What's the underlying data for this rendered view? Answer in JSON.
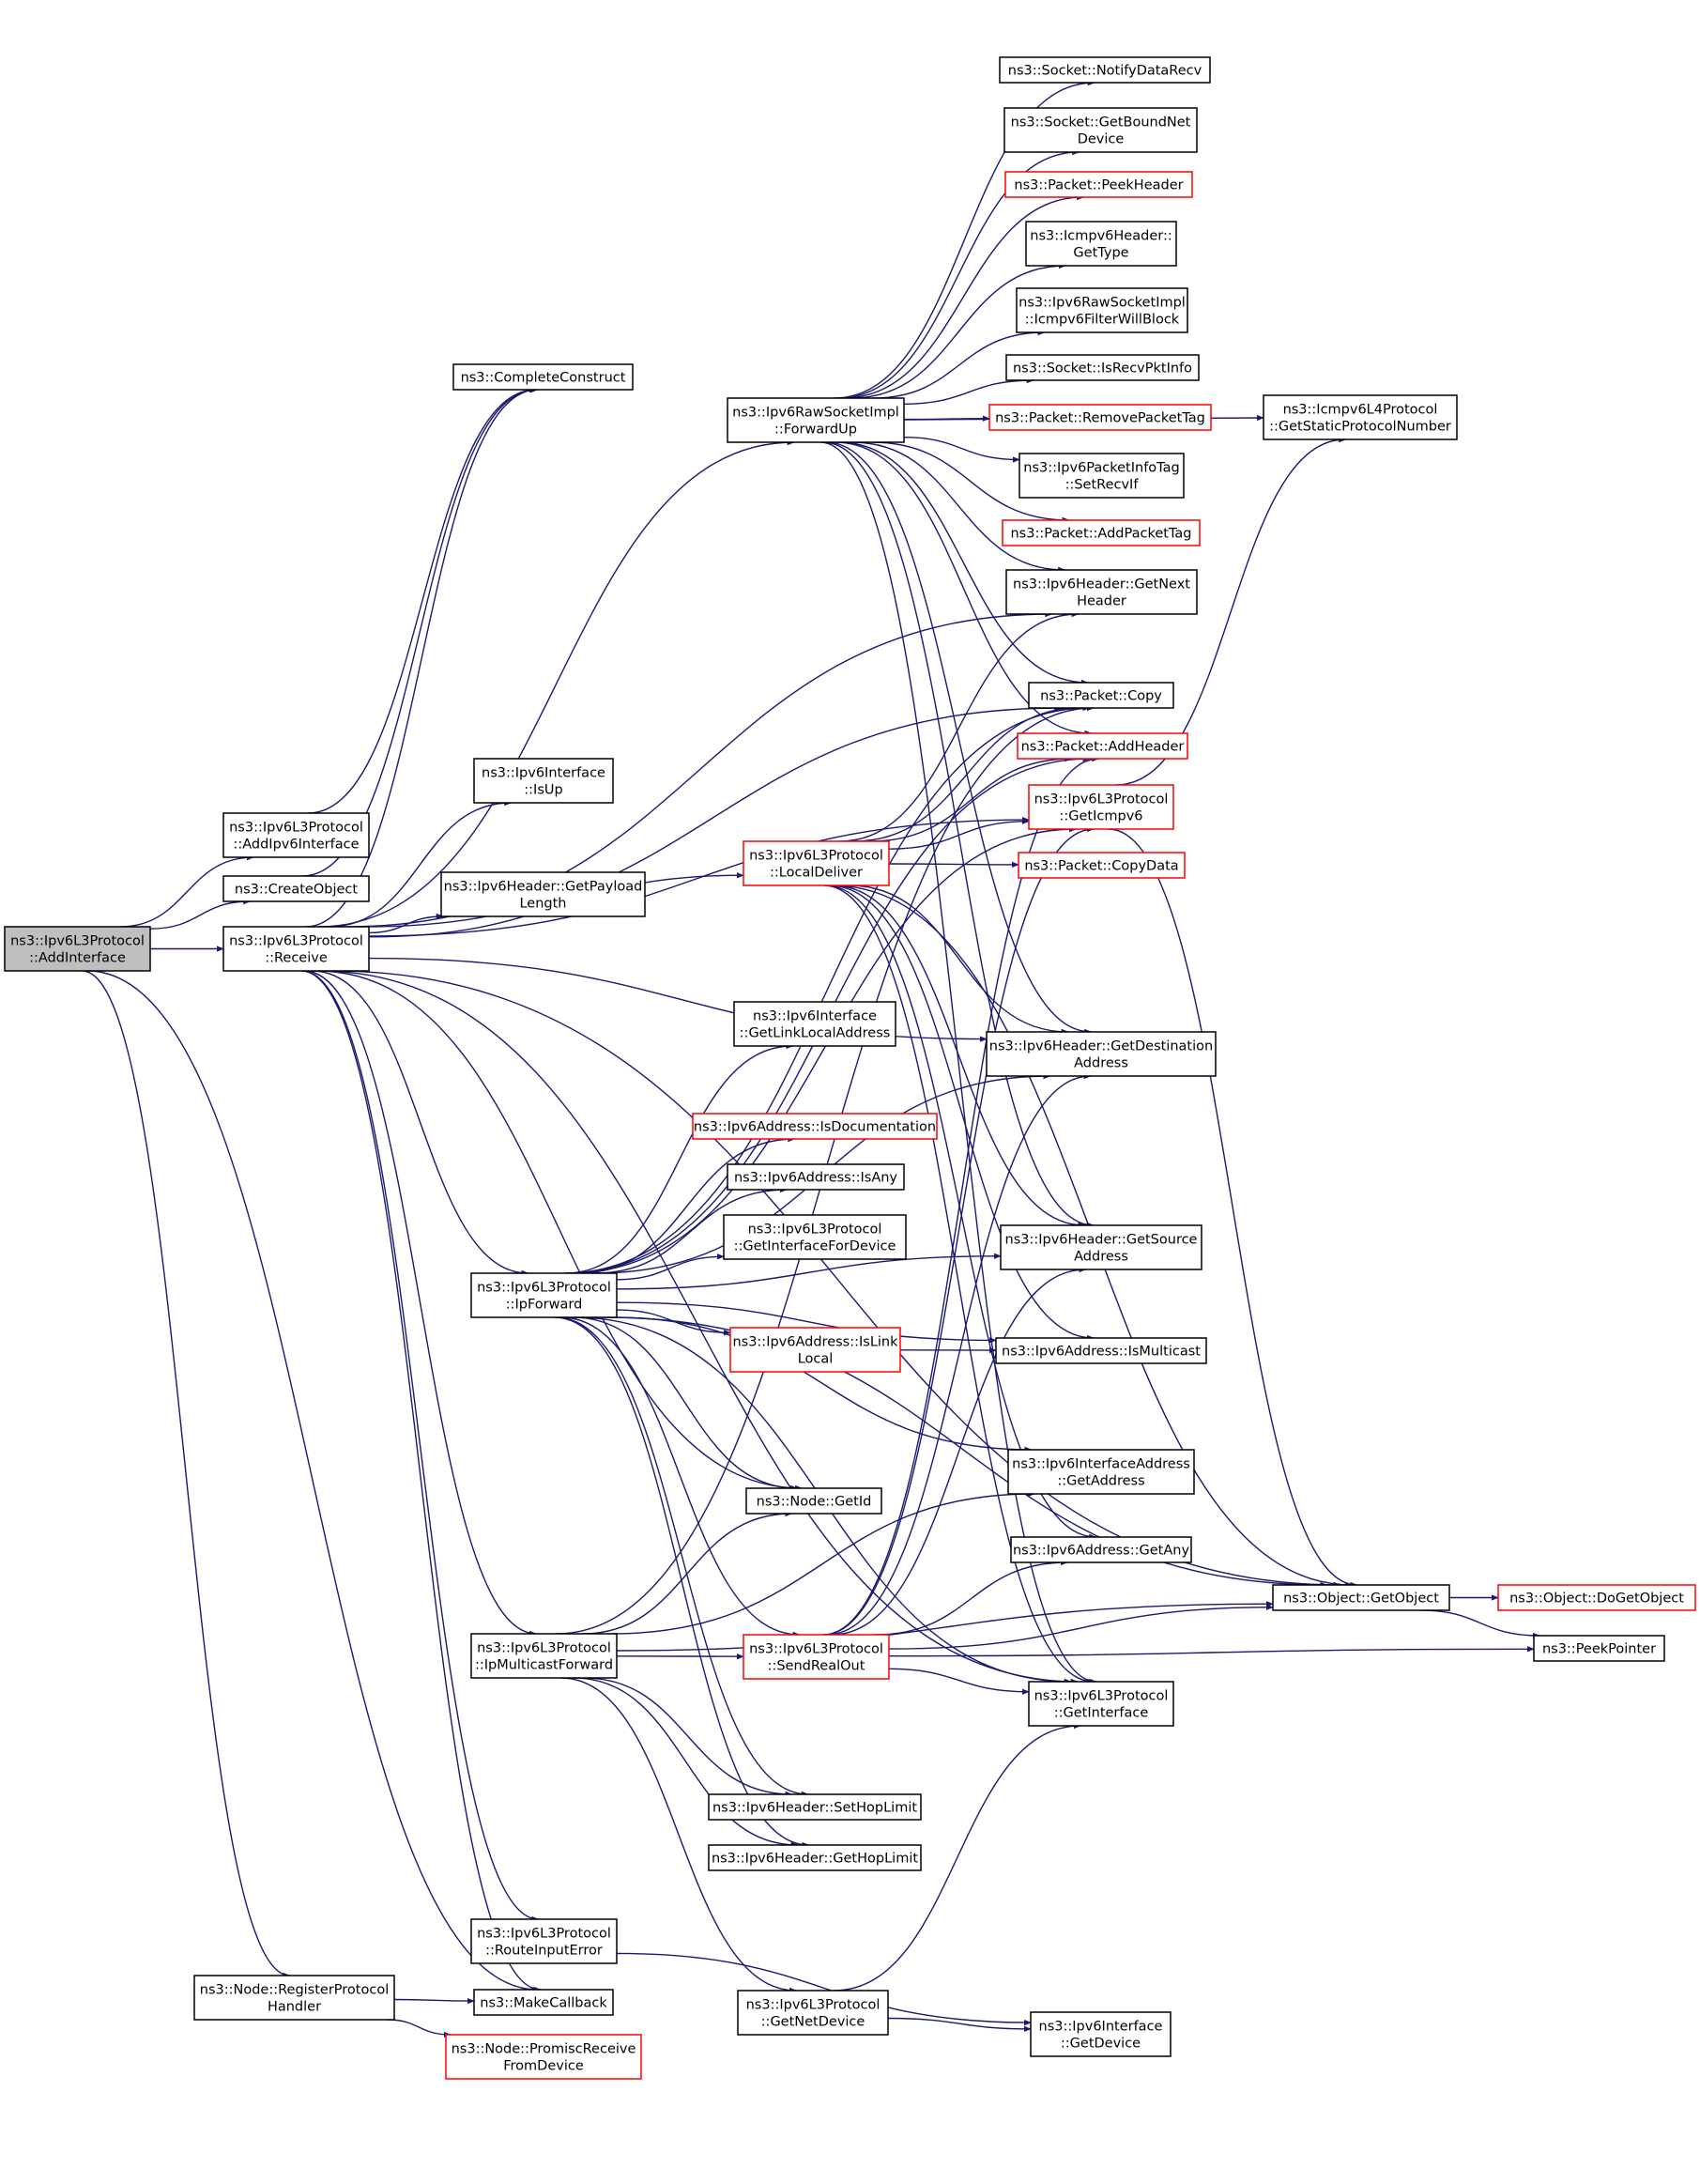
{
  "colors": {
    "edge": "#191970",
    "node_border": "#000000",
    "partial_border": "#ff0000",
    "root_fill": "#bfbfbf"
  },
  "nodes": [
    {
      "id": "addInterface",
      "lines": [
        "ns3::Ipv6L3Protocol",
        "::AddInterface"
      ],
      "style": "root"
    },
    {
      "id": "addIpv6Interface",
      "lines": [
        "ns3::Ipv6L3Protocol",
        "::AddIpv6Interface"
      ]
    },
    {
      "id": "createObject",
      "lines": [
        "ns3::CreateObject"
      ]
    },
    {
      "id": "receive",
      "lines": [
        "ns3::Ipv6L3Protocol",
        "::Receive"
      ]
    },
    {
      "id": "registerHandler",
      "lines": [
        "ns3::Node::RegisterProtocol",
        "Handler"
      ]
    },
    {
      "id": "completeConstruct",
      "lines": [
        "ns3::CompleteConstruct"
      ]
    },
    {
      "id": "ifaceIsUp",
      "lines": [
        "ns3::Ipv6Interface",
        "::IsUp"
      ]
    },
    {
      "id": "getPayloadLength",
      "lines": [
        "ns3::Ipv6Header::GetPayload",
        "Length"
      ]
    },
    {
      "id": "ipForward",
      "lines": [
        "ns3::Ipv6L3Protocol",
        "::IpForward"
      ]
    },
    {
      "id": "ipMulticastForward",
      "lines": [
        "ns3::Ipv6L3Protocol",
        "::IpMulticastForward"
      ]
    },
    {
      "id": "routeInputError",
      "lines": [
        "ns3::Ipv6L3Protocol",
        "::RouteInputError"
      ]
    },
    {
      "id": "makeCallback",
      "lines": [
        "ns3::MakeCallback"
      ]
    },
    {
      "id": "promiscReceive",
      "lines": [
        "ns3::Node::PromiscReceive",
        "FromDevice"
      ],
      "style": "partial"
    },
    {
      "id": "forwardUp",
      "lines": [
        "ns3::Ipv6RawSocketImpl",
        "::ForwardUp"
      ]
    },
    {
      "id": "localDeliver",
      "lines": [
        "ns3::Ipv6L3Protocol",
        "::LocalDeliver"
      ],
      "style": "partial"
    },
    {
      "id": "getLinkLocal",
      "lines": [
        "ns3::Ipv6Interface",
        "::GetLinkLocalAddress"
      ]
    },
    {
      "id": "isDocumentation",
      "lines": [
        "ns3::Ipv6Address::IsDocumentation"
      ],
      "style": "partial"
    },
    {
      "id": "isAny",
      "lines": [
        "ns3::Ipv6Address::IsAny"
      ]
    },
    {
      "id": "getIfaceForDevice",
      "lines": [
        "ns3::Ipv6L3Protocol",
        "::GetInterfaceForDevice"
      ]
    },
    {
      "id": "isLinkLocal",
      "lines": [
        "ns3::Ipv6Address::IsLink",
        "Local"
      ],
      "style": "partial"
    },
    {
      "id": "getId",
      "lines": [
        "ns3::Node::GetId"
      ]
    },
    {
      "id": "sendRealOut",
      "lines": [
        "ns3::Ipv6L3Protocol",
        "::SendRealOut"
      ],
      "style": "partial"
    },
    {
      "id": "setHopLimit",
      "lines": [
        "ns3::Ipv6Header::SetHopLimit"
      ]
    },
    {
      "id": "getHopLimit",
      "lines": [
        "ns3::Ipv6Header::GetHopLimit"
      ]
    },
    {
      "id": "getNetDevice",
      "lines": [
        "ns3::Ipv6L3Protocol",
        "::GetNetDevice"
      ]
    },
    {
      "id": "notifyDataRecv",
      "lines": [
        "ns3::Socket::NotifyDataRecv"
      ]
    },
    {
      "id": "getBoundNetDevice",
      "lines": [
        "ns3::Socket::GetBoundNet",
        "Device"
      ]
    },
    {
      "id": "peekHeader",
      "lines": [
        "ns3::Packet::PeekHeader"
      ],
      "style": "partial"
    },
    {
      "id": "icmpGetType",
      "lines": [
        "ns3::Icmpv6Header::",
        "GetType"
      ]
    },
    {
      "id": "filterWillBlock",
      "lines": [
        "ns3::Ipv6RawSocketImpl",
        "::Icmpv6FilterWillBlock"
      ]
    },
    {
      "id": "isRecvPktInfo",
      "lines": [
        "ns3::Socket::IsRecvPktInfo"
      ]
    },
    {
      "id": "removePacketTag",
      "lines": [
        "ns3::Packet::RemovePacketTag"
      ],
      "style": "partial"
    },
    {
      "id": "setRecvIf",
      "lines": [
        "ns3::Ipv6PacketInfoTag",
        "::SetRecvIf"
      ]
    },
    {
      "id": "addPacketTag",
      "lines": [
        "ns3::Packet::AddPacketTag"
      ],
      "style": "partial"
    },
    {
      "id": "getNextHeader",
      "lines": [
        "ns3::Ipv6Header::GetNext",
        "Header"
      ]
    },
    {
      "id": "packetCopy",
      "lines": [
        "ns3::Packet::Copy"
      ]
    },
    {
      "id": "addHeader",
      "lines": [
        "ns3::Packet::AddHeader"
      ],
      "style": "partial"
    },
    {
      "id": "getIcmpv6",
      "lines": [
        "ns3::Ipv6L3Protocol",
        "::GetIcmpv6"
      ],
      "style": "partial"
    },
    {
      "id": "copyData",
      "lines": [
        "ns3::Packet::CopyData"
      ],
      "style": "partial"
    },
    {
      "id": "getDestination",
      "lines": [
        "ns3::Ipv6Header::GetDestination",
        "Address"
      ]
    },
    {
      "id": "getSource",
      "lines": [
        "ns3::Ipv6Header::GetSource",
        "Address"
      ]
    },
    {
      "id": "isMulticast",
      "lines": [
        "ns3::Ipv6Address::IsMulticast"
      ]
    },
    {
      "id": "ifaceAddrGetAddress",
      "lines": [
        "ns3::Ipv6InterfaceAddress",
        "::GetAddress"
      ]
    },
    {
      "id": "getAny",
      "lines": [
        "ns3::Ipv6Address::GetAny"
      ]
    },
    {
      "id": "getInterface",
      "lines": [
        "ns3::Ipv6L3Protocol",
        "::GetInterface"
      ]
    },
    {
      "id": "ifaceGetDevice",
      "lines": [
        "ns3::Ipv6Interface",
        "::GetDevice"
      ]
    },
    {
      "id": "staticProtoNumber",
      "lines": [
        "ns3::Icmpv6L4Protocol",
        "::GetStaticProtocolNumber"
      ]
    },
    {
      "id": "getObject",
      "lines": [
        "ns3::Object::GetObject"
      ]
    },
    {
      "id": "doGetObject",
      "lines": [
        "ns3::Object::DoGetObject"
      ],
      "style": "partial"
    },
    {
      "id": "peekPointer",
      "lines": [
        "ns3::PeekPointer"
      ]
    }
  ],
  "edges": [
    [
      "addInterface",
      "addIpv6Interface"
    ],
    [
      "addInterface",
      "createObject"
    ],
    [
      "addInterface",
      "receive"
    ],
    [
      "addInterface",
      "registerHandler"
    ],
    [
      "addInterface",
      "makeCallback"
    ],
    [
      "createObject",
      "completeConstruct"
    ],
    [
      "addIpv6Interface",
      "completeConstruct"
    ],
    [
      "receive",
      "completeConstruct"
    ],
    [
      "receive",
      "ifaceIsUp"
    ],
    [
      "receive",
      "getPayloadLength"
    ],
    [
      "receive",
      "ipForward"
    ],
    [
      "receive",
      "ipMulticastForward"
    ],
    [
      "receive",
      "routeInputError"
    ],
    [
      "receive",
      "makeCallback"
    ],
    [
      "receive",
      "forwardUp"
    ],
    [
      "receive",
      "localDeliver"
    ],
    [
      "receive",
      "packetCopy"
    ],
    [
      "receive",
      "getIcmpv6"
    ],
    [
      "receive",
      "getNextHeader"
    ],
    [
      "receive",
      "getDestination"
    ],
    [
      "receive",
      "getObject"
    ],
    [
      "receive",
      "getId"
    ],
    [
      "receive",
      "getInterface"
    ],
    [
      "registerHandler",
      "makeCallback"
    ],
    [
      "registerHandler",
      "promiscReceive"
    ],
    [
      "forwardUp",
      "notifyDataRecv"
    ],
    [
      "forwardUp",
      "getBoundNetDevice"
    ],
    [
      "forwardUp",
      "peekHeader"
    ],
    [
      "forwardUp",
      "icmpGetType"
    ],
    [
      "forwardUp",
      "filterWillBlock"
    ],
    [
      "forwardUp",
      "isRecvPktInfo"
    ],
    [
      "forwardUp",
      "removePacketTag"
    ],
    [
      "forwardUp",
      "setRecvIf"
    ],
    [
      "forwardUp",
      "addPacketTag"
    ],
    [
      "forwardUp",
      "getNextHeader"
    ],
    [
      "forwardUp",
      "packetCopy"
    ],
    [
      "forwardUp",
      "addHeader"
    ],
    [
      "forwardUp",
      "getDestination"
    ],
    [
      "forwardUp",
      "getSource"
    ],
    [
      "forwardUp",
      "getInterface"
    ],
    [
      "forwardUp",
      "staticProtoNumber"
    ],
    [
      "localDeliver",
      "getNextHeader"
    ],
    [
      "localDeliver",
      "packetCopy"
    ],
    [
      "localDeliver",
      "addHeader"
    ],
    [
      "localDeliver",
      "getIcmpv6"
    ],
    [
      "localDeliver",
      "copyData"
    ],
    [
      "localDeliver",
      "getDestination"
    ],
    [
      "localDeliver",
      "getSource"
    ],
    [
      "localDeliver",
      "isMulticast"
    ],
    [
      "localDeliver",
      "getObject"
    ],
    [
      "localDeliver",
      "getAny"
    ],
    [
      "localDeliver",
      "getInterface"
    ],
    [
      "getIcmpv6",
      "staticProtoNumber"
    ],
    [
      "getIcmpv6",
      "getObject"
    ],
    [
      "ipForward",
      "packetCopy"
    ],
    [
      "ipForward",
      "addHeader"
    ],
    [
      "ipForward",
      "getIcmpv6"
    ],
    [
      "ipForward",
      "getLinkLocal"
    ],
    [
      "ipForward",
      "getDestination"
    ],
    [
      "ipForward",
      "isDocumentation"
    ],
    [
      "ipForward",
      "isAny"
    ],
    [
      "ipForward",
      "getIfaceForDevice"
    ],
    [
      "ipForward",
      "getSource"
    ],
    [
      "ipForward",
      "isLinkLocal"
    ],
    [
      "ipForward",
      "isMulticast"
    ],
    [
      "ipForward",
      "ifaceAddrGetAddress"
    ],
    [
      "ipForward",
      "getId"
    ],
    [
      "ipForward",
      "sendRealOut"
    ],
    [
      "ipForward",
      "setHopLimit"
    ],
    [
      "ipForward",
      "getHopLimit"
    ],
    [
      "ipForward",
      "getInterface"
    ],
    [
      "ipForward",
      "getObject"
    ],
    [
      "isLinkLocal",
      "isMulticast"
    ],
    [
      "ipMulticastForward",
      "packetCopy"
    ],
    [
      "ipMulticastForward",
      "getId"
    ],
    [
      "ipMulticastForward",
      "sendRealOut"
    ],
    [
      "ipMulticastForward",
      "setHopLimit"
    ],
    [
      "ipMulticastForward",
      "getHopLimit"
    ],
    [
      "ipMulticastForward",
      "getNetDevice"
    ],
    [
      "ipMulticastForward",
      "ifaceAddrGetAddress"
    ],
    [
      "ipMulticastForward",
      "getObject"
    ],
    [
      "sendRealOut",
      "getIcmpv6"
    ],
    [
      "sendRealOut",
      "addHeader"
    ],
    [
      "sendRealOut",
      "getDestination"
    ],
    [
      "sendRealOut",
      "getSource"
    ],
    [
      "sendRealOut",
      "getAny"
    ],
    [
      "sendRealOut",
      "getInterface"
    ],
    [
      "sendRealOut",
      "getObject"
    ],
    [
      "sendRealOut",
      "peekPointer"
    ],
    [
      "routeInputError",
      "ifaceGetDevice"
    ],
    [
      "getNetDevice",
      "getInterface"
    ],
    [
      "getNetDevice",
      "ifaceGetDevice"
    ],
    [
      "getObject",
      "doGetObject"
    ],
    [
      "getObject",
      "peekPointer"
    ]
  ]
}
